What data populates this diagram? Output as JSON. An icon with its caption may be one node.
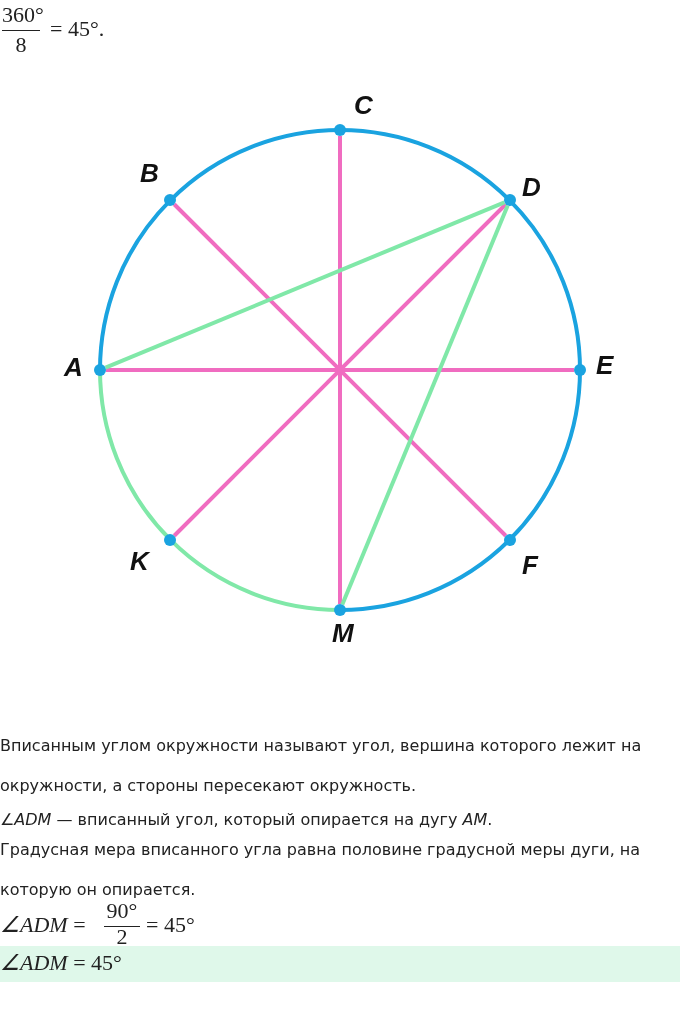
{
  "diagram": {
    "nodes": [
      {
        "text": [],
        "shape": "circle",
        "beside": [
          "C"
        ]
      },
      {
        "text": [],
        "shape": "circle",
        "beside": [
          "B"
        ]
      },
      {
        "text": [],
        "shape": "circle",
        "beside": [
          "D"
        ]
      },
      {
        "text": [],
        "shape": "circle",
        "beside": [
          "A"
        ]
      },
      {
        "text": [],
        "shape": "circle",
        "beside": [
          "E"
        ]
      },
      {
        "text": [],
        "shape": "circle",
        "beside": [
          "K"
        ]
      },
      {
        "text": [],
        "shape": "circle",
        "beside": [
          "F"
        ]
      },
      {
        "text": [],
        "shape": "circle",
        "beside": [
          "M"
        ]
      }
    ],
    "edges": [
      {
        "from": 1,
        "to": 6,
        "arrow": "none"
      },
      {
        "from": 0,
        "to": 7,
        "arrow": "none"
      },
      {
        "from": 2,
        "to": 5,
        "arrow": "none"
      },
      {
        "from": 3,
        "to": 4,
        "arrow": "none"
      },
      {
        "from": 3,
        "to": 2,
        "arrow": "none",
        "color": "#80e8a8"
      },
      {
        "from": 2,
        "to": 7,
        "arrow": "none",
        "color": "#80e8a8"
      }
    ],
    "labels": [
      "360°",
      "8",
      "= 45°.",
      "Вписанным углом окружности называют угол, вершина которого лежит на окружности, а стороны пересекают окружность.",
      "*∠ADM* — вписанный угол, который опирается на дугу *AM*.",
      "Градусная мера вписанного угла равна половине градусной меры дуги, на которую он опирается.",
      "*∠ADM* =",
      "90°",
      "2",
      "= 45°",
      "*∠ADM* = 45°"
    ]
  }
}
